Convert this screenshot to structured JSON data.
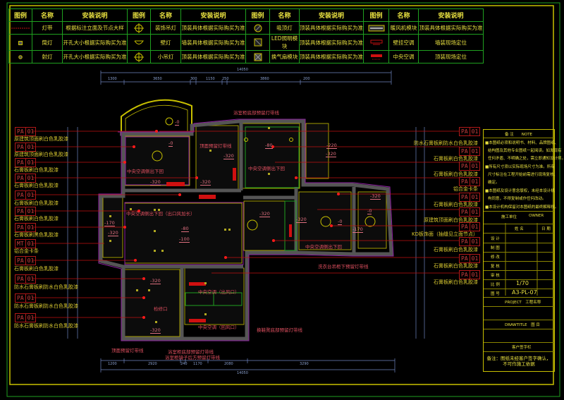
{
  "legend": {
    "headers": [
      "图例",
      "名称",
      "安装说明"
    ],
    "rows": [
      [
        {
          "icon": "light-strip-icon",
          "name": "灯带",
          "desc": "根据标注立面及节点大样"
        },
        {
          "icon": "chandelier-icon",
          "name": "装饰吊灯",
          "desc": "顶装具体根据实际购买为准"
        },
        {
          "icon": "ceiling-light-icon",
          "name": "吸顶灯",
          "desc": "顶装具体根据实际购买为准"
        },
        {
          "icon": "heater-module-icon",
          "name": "暖风机模块",
          "desc": "顶装具体根据实际购买为准"
        }
      ],
      [
        {
          "icon": "downlight-icon",
          "name": "筒灯",
          "desc": "开孔大小根据实际购买为准"
        },
        {
          "icon": "wall-lamp-icon",
          "name": "壁灯",
          "desc": "墙装具体根据实际购买为准"
        },
        {
          "icon": "led-panel-icon",
          "name": "LED照明模块",
          "desc": "顶装具体根据实际购买为准"
        },
        {
          "icon": "wall-ac-icon",
          "name": "壁挂空调",
          "desc": "墙装现场定位"
        }
      ],
      [
        {
          "icon": "spotlight-icon",
          "name": "射灯",
          "desc": "开孔大小根据实际购买为准"
        },
        {
          "icon": "pendant-icon",
          "name": "小吊灯",
          "desc": "顶装具体根据实际购买为准"
        },
        {
          "icon": "exhaust-fan-icon",
          "name": "换气扇模块",
          "desc": "顶装具体根据实际购买为准"
        },
        {
          "icon": "central-ac-icon",
          "name": "中央空调",
          "desc": "顶装现场定位"
        }
      ]
    ]
  },
  "left_annotations": [
    {
      "code": "PA",
      "num": "01",
      "text": "原建筑顶面刷白色乳胶漆"
    },
    {
      "code": "PA",
      "num": "01",
      "text": "原建筑顶面刷白色乳胶漆"
    },
    {
      "code": "PA",
      "num": "01",
      "text": "石膏板刷白色乳胶漆"
    },
    {
      "code": "PA",
      "num": "01",
      "text": "石膏板刷白色乳胶漆"
    },
    {
      "code": "PA",
      "num": "01",
      "text": "石膏板刷白色乳胶漆"
    },
    {
      "code": "PA",
      "num": "01",
      "text": "石膏板刷白色乳胶漆"
    },
    {
      "code": "PA",
      "num": "01",
      "text": "石膏板刷黑色乳胶漆"
    },
    {
      "code": "MT",
      "num": "01",
      "text": "铝合金卡条"
    },
    {
      "code": "PA",
      "num": "01",
      "text": "石膏板刷白色乳胶漆"
    },
    {
      "code": "PA",
      "num": "01",
      "text": "防水石膏板刷防水白色乳胶漆"
    },
    {
      "code": "PA",
      "num": "01",
      "text": "防水石膏板刷防水白色乳胶漆"
    },
    {
      "code": "PA",
      "num": "01",
      "text": "防水石膏板刷防水白色乳胶漆"
    }
  ],
  "right_annotations": [
    {
      "code": "PA",
      "num": "01",
      "text": "防水石膏板刷防水白色乳胶漆"
    },
    {
      "code": "PA",
      "num": "01",
      "text": "石膏板刷白色乳胶漆"
    },
    {
      "code": "PA",
      "num": "01",
      "text": "石膏板刷白色乳胶漆"
    },
    {
      "code": "PA",
      "num": "01",
      "text": "铝合金卡条"
    },
    {
      "code": "PA",
      "num": "01",
      "text": "石膏板刷白色乳胶漆"
    },
    {
      "code": "PA",
      "num": "01",
      "text": "原建筑顶面刷白色乳胶漆"
    },
    {
      "code": "PA",
      "num": "01",
      "text": "KD板饰面（抽缝见立面节点）"
    },
    {
      "code": "PA",
      "num": "01",
      "text": "石膏板刷白色乳胶漆"
    },
    {
      "code": "PA",
      "num": "01",
      "text": "石膏板刷白色乳胶漆"
    },
    {
      "code": "PA",
      "num": "01",
      "text": "石膏板刷白色乳胶漆"
    }
  ],
  "plan_notes": [
    "浴室柜底部预留灯带线",
    "顶面预留灯带线",
    "中央空调侧出下回",
    "中央空调侧出下回",
    "中央空调侧出下回（出口风加长）",
    "中央空调侧出下回",
    "中央空调（出风口）",
    "中央空调（回风口）",
    "检修口",
    "换鞋凳底部预留灯带线",
    "洗衣台吊柜下预留灯带线",
    "顶面预留灯带线",
    "浴室柜底部预留灯带线",
    "浴室柜镜子后方预留灯带线"
  ],
  "elevations": [
    "-0",
    "-0",
    "-80",
    "-320",
    "-320",
    "-320",
    "-220",
    "-320",
    "-170",
    "-320",
    "-80",
    "-100",
    "-320",
    "-320",
    "-0",
    "-170",
    "-0",
    "-320",
    "-320",
    "-320"
  ],
  "dimensions": {
    "top_total": "14050",
    "top_segments": [
      "1300",
      "3650",
      "300",
      "1150",
      "250",
      "3860",
      "200"
    ],
    "bottom_segments": [
      "1200",
      "2920",
      "240",
      "1170",
      "2080",
      "3290"
    ],
    "bottom_total": "14050"
  },
  "title_block": {
    "note_header": "备 注　　NOTE",
    "notes": [
      "■本图纸必须和说明书、材料、品牌图纸、",
      "结构图及其他专业图纸一起阅读。如发现有",
      "任何矛盾、不明确之处，需立即通知设计师。",
      "■所有尺寸须以实际现场尺寸为准。所有",
      "尺寸标注在工程开始前需进行现场复核、",
      "确定。",
      "■本图纸及设计意念版权，未经本设计机",
      "构同意，不得复制或作任何改动。",
      "■本设计机构保留对本图纸的最终解释权。"
    ],
    "owner_label": "施工单位",
    "owner_en": "OWNER",
    "name_header": "姓 名",
    "date_header": "日 期",
    "roles": [
      "设 计",
      "制 图",
      "修 改",
      "复 核",
      "审 核"
    ],
    "scale_label": "比 例",
    "scale": "1/70",
    "drawing_no_label": "图 号",
    "drawing_no": "A3-PL-07",
    "project": "PROJECT　工程名称",
    "drawtitle": "DRAWTITLE　图 目",
    "client_sign": "客户签字栏",
    "footer": "备注：图纸未经客户签字确认，不可作施工依据"
  },
  "colors": {
    "wall": "#8c1fa0",
    "wall_fill": "#555555",
    "leader": "#c01010",
    "frame": "#c8c000",
    "grid": "#1fa01f"
  }
}
